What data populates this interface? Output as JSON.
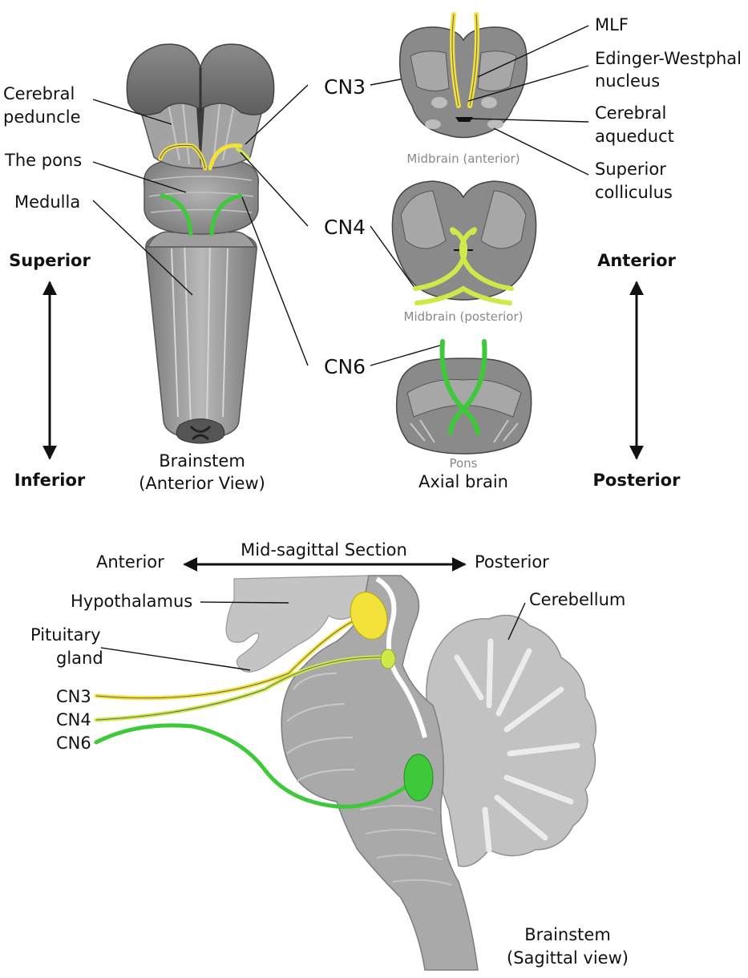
{
  "colors": {
    "cn3": "#f2e23a",
    "cn4": "#cfe84a",
    "cn6": "#3ec93a",
    "tissue_dark": "#6f6f6f",
    "tissue_mid": "#9a9a9a",
    "tissue_light": "#c9c9c9",
    "sagittal_fill": "#c4c4c4"
  },
  "anterior_view": {
    "labels": {
      "cerebral_peduncle_1": "Cerebral",
      "cerebral_peduncle_2": "peduncle",
      "the_pons": "The pons",
      "medulla": "Medulla",
      "caption_1": "Brainstem",
      "caption_2": "(Anterior View)"
    },
    "orientation": {
      "top": "Superior",
      "bottom": "Inferior"
    }
  },
  "nerves": {
    "cn3": "CN3",
    "cn4": "CN4",
    "cn6": "CN6"
  },
  "axial": {
    "labels": {
      "mlf": "MLF",
      "ew_1": "Edinger-Westphal",
      "ew_2": "nucleus",
      "aqueduct_1": "Cerebral",
      "aqueduct_2": "aqueduct",
      "colliculus_1": "Superior",
      "colliculus_2": "colliculus"
    },
    "sections": {
      "midbrain_anterior": "Midbrain (anterior)",
      "midbrain_posterior": "Midbrain (posterior)",
      "pons": "Pons"
    },
    "caption": "Axial brain",
    "orientation": {
      "top": "Anterior",
      "bottom": "Posterior"
    }
  },
  "sagittal": {
    "title": "Mid-sagittal Section",
    "anterior": "Anterior",
    "posterior": "Posterior",
    "labels": {
      "hypothalamus": "Hypothalamus",
      "pituitary_1": "Pituitary",
      "pituitary_2": "gland",
      "cerebellum": "Cerebellum",
      "cn3": "CN3",
      "cn4": "CN4",
      "cn6": "CN6"
    },
    "caption_1": "Brainstem",
    "caption_2": "(Sagittal view)"
  }
}
